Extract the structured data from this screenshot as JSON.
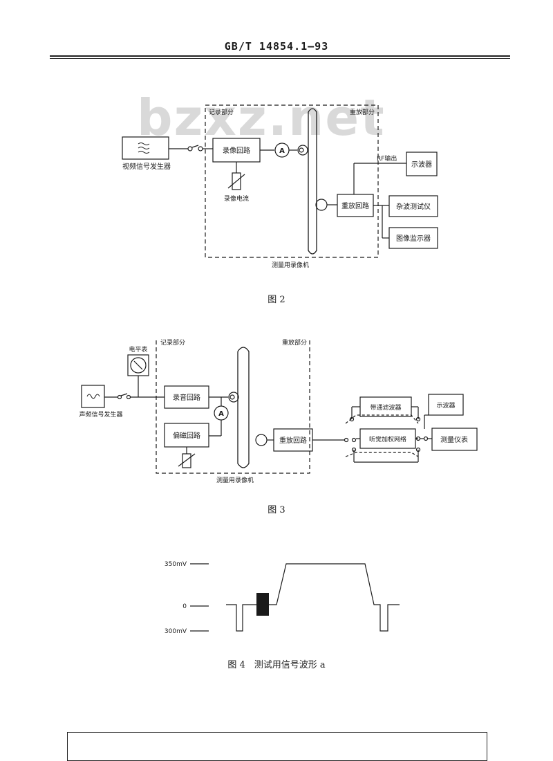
{
  "header": {
    "standard_number": "GB/T 14854.1—93"
  },
  "watermark": {
    "text": "bzxz.net"
  },
  "figure2": {
    "caption": "图 2",
    "generator_label": "视频信号发生器",
    "record_section_label": "记录部分",
    "playback_section_label": "重放部分",
    "record_circuit_label": "录像回路",
    "record_current_label": "录像电流",
    "meter_label": "A",
    "rf_output_label": "RF输出",
    "oscilloscope_label": "示波器",
    "playback_circuit_label": "重放回路",
    "noise_tester_label": "杂波测试仪",
    "monitor_label": "图像监示器",
    "vcr_label": "测量用录像机"
  },
  "figure3": {
    "caption": "图 3",
    "level_meter_label": "电平表",
    "generator_label": "声频信号发生器",
    "record_section_label": "记录部分",
    "playback_section_label": "重放部分",
    "audio_record_circuit_label": "录音回路",
    "meter_label": "A",
    "bias_circuit_label": "偏磁回路",
    "playback_circuit_label": "重放回路",
    "bandpass_filter_label": "带通滤波器",
    "weighting_network_label": "听觉加权网络",
    "oscilloscope_label": "示波器",
    "measuring_instrument_label": "测量仪表",
    "vcr_label": "测量用录像机"
  },
  "figure4": {
    "caption": "图 4　测试用信号波形 a",
    "level_top_label": "350mV",
    "level_zero_label": "0",
    "level_bottom_label": "300mV"
  }
}
